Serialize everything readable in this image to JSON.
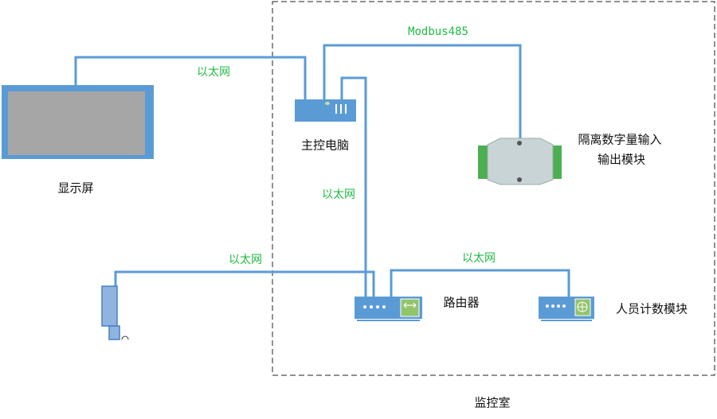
{
  "colors": {
    "link": "#5b9bd5",
    "device": "#5b9bd5",
    "label_network": "#22bb44",
    "screen_fill": "#a6a6a6"
  },
  "room": {
    "label": "监控室"
  },
  "devices": {
    "display": "显示屏",
    "main_pc": "主控电脑",
    "io_module_line1": "隔离数字量输入",
    "io_module_line2": "输出模块",
    "router": "路由器",
    "people_counter": "人员计数模块"
  },
  "links": {
    "display_pc": "以太网",
    "pc_module": "Modbus485",
    "pc_router": "以太网",
    "camera_router": "以太网",
    "router_counter": "以太网"
  }
}
